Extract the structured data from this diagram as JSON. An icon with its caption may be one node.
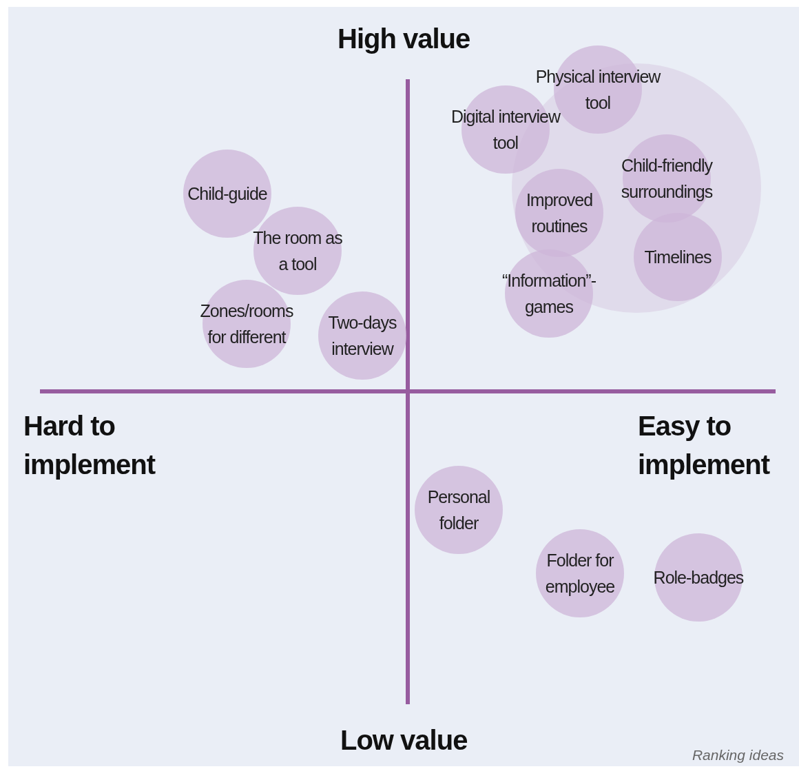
{
  "diagram": {
    "caption": "Ranking ideas",
    "nodes": [
      {
        "text": [],
        "shape": "circle"
      },
      {
        "text": [
          "Physical interview tool"
        ]
      },
      {
        "text": [
          "Digital interview tool"
        ]
      },
      {
        "text": [
          "Child-guide"
        ]
      },
      {
        "text": [
          "Child-friendly surroundings"
        ],
        "in": 0
      },
      {
        "text": [
          "The room as a tool"
        ]
      },
      {
        "text": [
          "Improved routines"
        ],
        "in": 0
      },
      {
        "text": [
          "Timelines"
        ],
        "in": 0
      },
      {
        "text": [
          "“Information”- games"
        ]
      },
      {
        "text": [
          "Zones/rooms for different"
        ]
      },
      {
        "text": [
          "Two-days interview"
        ]
      },
      {
        "text": [
          "Personal folder"
        ]
      },
      {
        "text": [
          "Folder for employee"
        ]
      },
      {
        "text": [
          "Role-badges"
        ]
      }
    ],
    "edges": [],
    "labels": [
      "High value",
      "Hard to implement",
      "Easy to implement",
      "Low value"
    ]
  }
}
